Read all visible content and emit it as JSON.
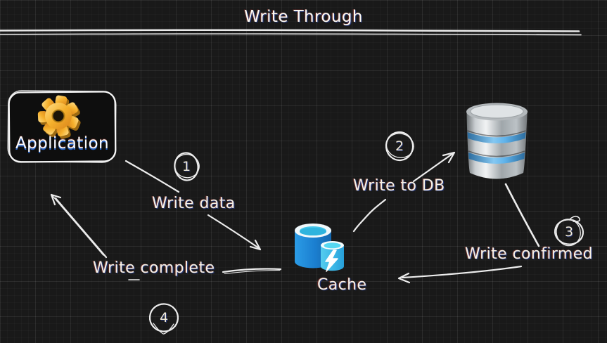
{
  "title": "Write Through",
  "nodes": {
    "application": {
      "label": "Application",
      "icon": "gear-icon"
    },
    "cache": {
      "label": "Cache",
      "icon": "cache-lightning-cylinders-icon"
    },
    "database": {
      "icon": "database-cylinder-icon"
    }
  },
  "steps": [
    {
      "number": "1",
      "label": "Write data",
      "from": "application",
      "to": "cache"
    },
    {
      "number": "2",
      "label": "Write to DB",
      "from": "cache",
      "to": "database"
    },
    {
      "number": "3",
      "label": "Write confirmed",
      "from": "database",
      "to": "cache"
    },
    {
      "number": "4",
      "label": "Write complete",
      "from": "cache",
      "to": "application"
    }
  ],
  "colors": {
    "background": "#191919",
    "sketch_stroke": "#ececec",
    "gear_gold": "#f5b02c",
    "db_silver": "#c7cbce",
    "db_band_blue": "#55aee8",
    "cache_blue": "#1f86d8",
    "cache_small_blue": "#41c0e8",
    "cache_cyan": "#4ad0ee",
    "label_shadow_blue": "#2e6fd8"
  }
}
